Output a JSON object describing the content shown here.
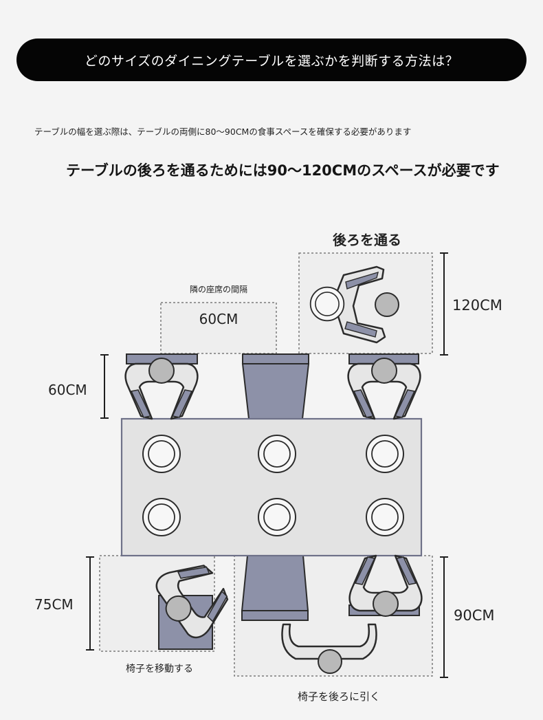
{
  "header": {
    "title": "どのサイズのダイニングテーブルを選ぶかを判断する方法は？"
  },
  "notes": {
    "width_rule": "テーブルの幅を選ぶ際は、テーブルの両側に80〜90CMの食事スペースを確保する必要があります",
    "pass_rule": "テーブルの後ろを通るためには90〜120CMのスペースが必要です"
  },
  "diagram": {
    "pass_behind_label": "後ろを通る",
    "dim_120": "120CM",
    "adjacent_seat_label": "隣の座席の間隔",
    "dim_adjacent_60": "60CM",
    "dim_left_60": "60CM",
    "dim_75": "75CM",
    "dim_90": "90CM",
    "move_chair_label": "椅子を移動する",
    "pull_chair_back_label": "椅子を後ろに引く"
  },
  "colors": {
    "banner_bg": "#050505",
    "chair_fill": "#8d91a8",
    "table_fill": "#e3e3e3",
    "table_stroke": "#6e7188",
    "person_fill": "#b9b9b9",
    "body_fill": "#e6e6e6"
  }
}
